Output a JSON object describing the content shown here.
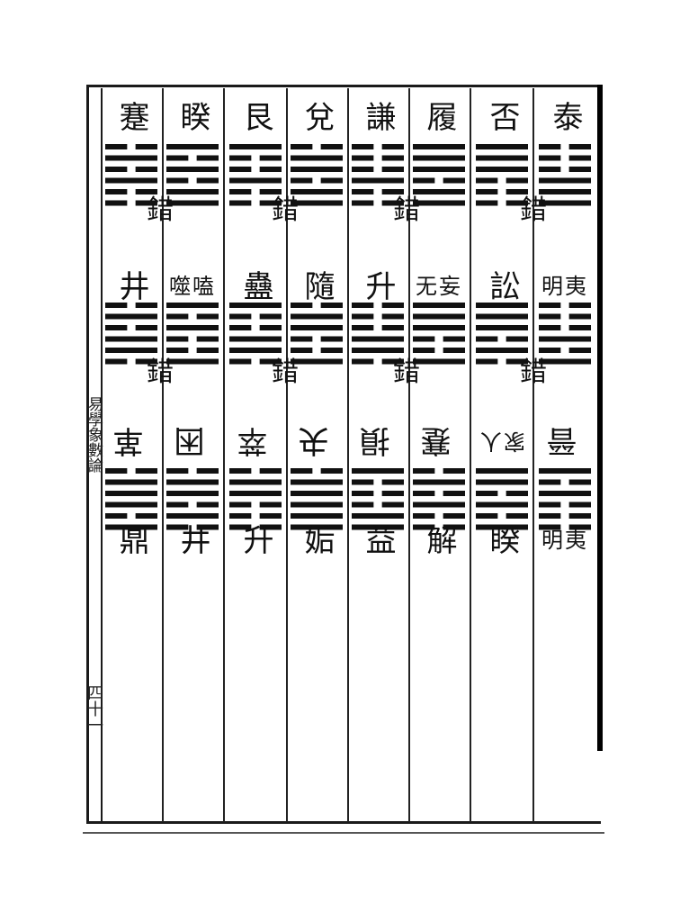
{
  "margin": {
    "title": "易學象數論",
    "page_number": "四十一"
  },
  "columns": [
    {
      "top": "泰",
      "mid": "明夷",
      "bottom": "晉",
      "bottom2": "明夷",
      "top_hex": "000111",
      "mid_hex": "000101",
      "bot_hex": "101000"
    },
    {
      "top": "否",
      "mid": "訟",
      "bottom": "家人",
      "bottom2": "睽",
      "top_hex": "111000",
      "mid_hex": "111010",
      "bot_hex": "110101"
    },
    {
      "top": "履",
      "mid": "无妄",
      "bottom": "蹇",
      "bottom2": "解",
      "top_hex": "111011",
      "mid_hex": "111001",
      "bot_hex": "010100"
    },
    {
      "top": "謙",
      "mid": "升",
      "bottom": "損",
      "bottom2": "益",
      "top_hex": "000100",
      "mid_hex": "000110",
      "bot_hex": "100011"
    },
    {
      "top": "兌",
      "mid": "隨",
      "bottom": "夬",
      "bottom2": "姤",
      "top_hex": "011011",
      "mid_hex": "011001",
      "bot_hex": "011111"
    },
    {
      "top": "艮",
      "mid": "蠱",
      "bottom": "萃",
      "bottom2": "升",
      "top_hex": "100100",
      "mid_hex": "100110",
      "bot_hex": "011000"
    },
    {
      "top": "睽",
      "mid": "噬嗑",
      "bottom": "困",
      "bottom2": "井",
      "top_hex": "101011",
      "mid_hex": "101001",
      "bot_hex": "011010"
    },
    {
      "top": "蹇",
      "mid": "井",
      "bottom": "革",
      "bottom2": "鼎",
      "top_hex": "010100",
      "mid_hex": "010110",
      "bot_hex": "011101"
    }
  ],
  "cuo_label": "錯"
}
